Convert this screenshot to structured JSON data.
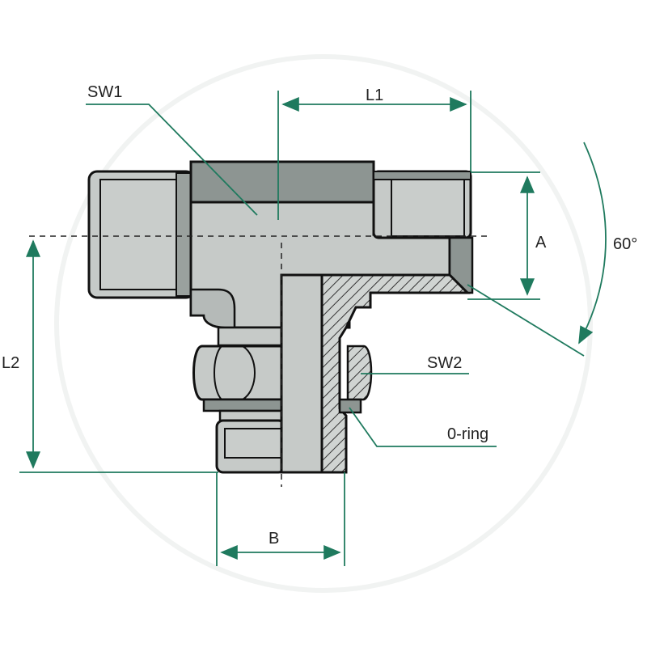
{
  "labels": {
    "sw1": "SW1",
    "l1": "L1",
    "a": "A",
    "angle": "60°",
    "l2": "L2",
    "sw2": "SW2",
    "oring": "0-ring",
    "b": "B"
  },
  "colors": {
    "body": "#c6cac8",
    "body_dark": "#8d9592",
    "outline": "#111111",
    "dimension": "#1f7a5e",
    "hatch": "#444444",
    "background_ring": "#f4f6f5"
  }
}
